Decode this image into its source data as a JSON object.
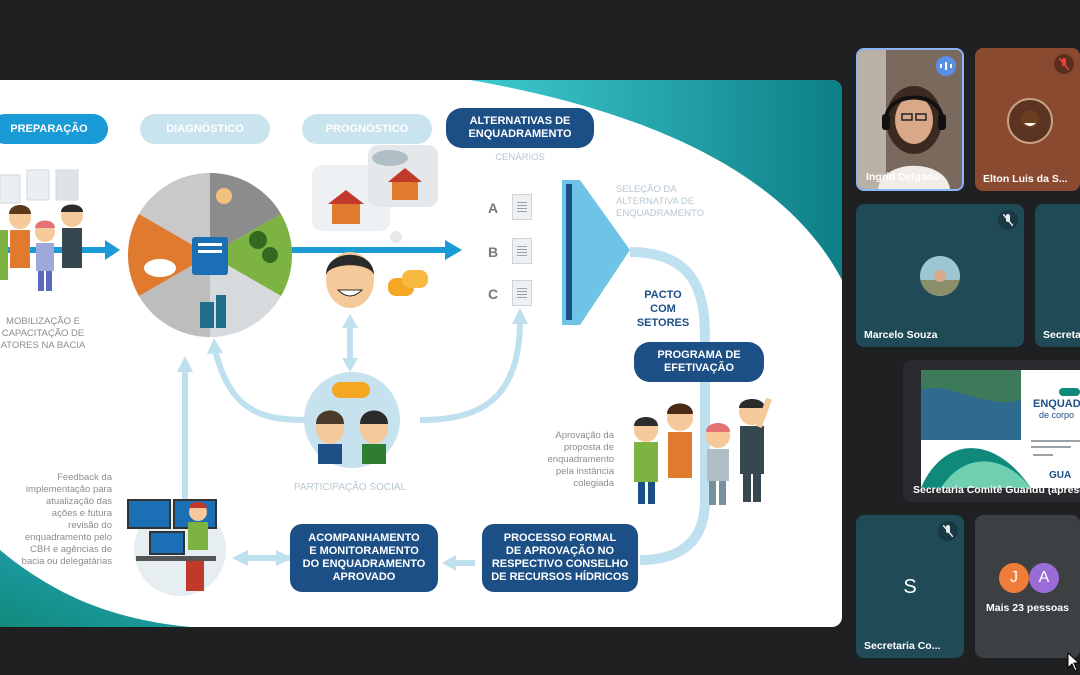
{
  "slide": {
    "stages": {
      "preparacao": "PREPARAÇÃO",
      "diagnostico": "DIAGNÓSTICO",
      "prognostico": "PROGNÓSTICO",
      "alternativas": "ALTERNATIVAS DE\nENQUADRAMENTO"
    },
    "cenarios": "CENÁRIOS",
    "scenario_letters": [
      "A",
      "B",
      "C"
    ],
    "selecao": "SELEÇÃO DA\nALTERNATIVA DE\nENQUADRAMENTO",
    "pacto": "PACTO\nCOM\nSETORES",
    "programa": "PROGRAMA DE\nEFETIVAÇÃO",
    "mobilizacao": "MOBILIZAÇÃO E\nCAPACITAÇÃO DE\nATORES NA BACIA",
    "participacao": "PARTICIPAÇÃO SOCIAL",
    "aprovacao_proposta": "Aprovação da\nproposta de\nenquadramento\npela instância\ncolegiada",
    "feedback": "Feedback da\nimplementação para\natualização das\nações e futura\nrevisão do\nenquadramento pelo\nCBH e agências de\nbacia ou delegatárias",
    "acompanhamento": "ACOMPANHAMENTO\nE MONITORAMENTO\nDO ENQUADRAMENTO\nAPROVADO",
    "processo": "PROCESSO FORMAL\nDE APROVAÇÃO NO\nRESPECTIVO CONSELHO\nDE RECURSOS HÍDRICOS"
  },
  "participants": [
    {
      "name": "Ingrid Delgado",
      "speaking": true
    },
    {
      "name": "Elton Luis da S...",
      "muted": true
    },
    {
      "name": "Marcelo Souza",
      "muted": true
    },
    {
      "name": "Secreta",
      "muted": false
    },
    {
      "name": "Secretaria Comitê Guandu (apresen",
      "presenting": true
    },
    {
      "name": "Secretaria Co...",
      "initial": "S",
      "muted": true
    },
    {
      "name": "Mais 23 pessoas",
      "initials": [
        "J",
        "A"
      ]
    }
  ],
  "thumbnail": {
    "title": "ENQUADR",
    "subtitle": "de corpo",
    "brand": "GUA"
  },
  "colors": {
    "dark_blue": "#1c4f86",
    "light_blue": "#1a9ad6",
    "teal": "#0f8a8a",
    "tile_bg": "#3c4043",
    "speaking_border": "#8ab4f8"
  }
}
